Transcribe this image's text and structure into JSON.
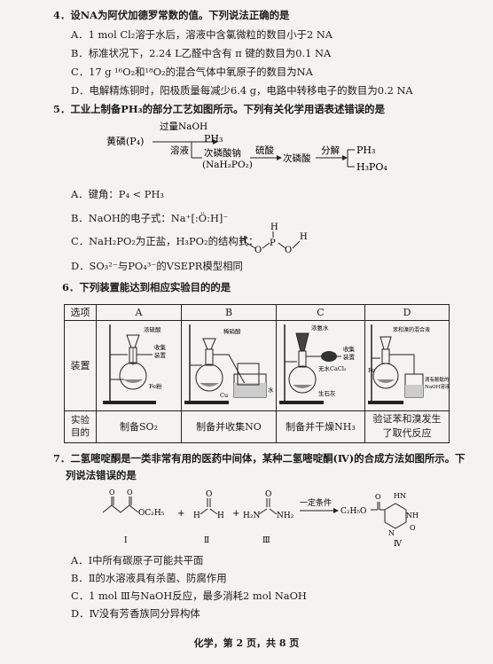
{
  "q4": {
    "stem": "4．设NA为阿伏加德罗常数的值。下列说法正确的是",
    "options": [
      "A．1 mol Cl₂溶于水后，溶液中含氯微粒的数目小于2 NA",
      "B．标准状况下，2.24 L乙醛中含有 π 键的数目为0.1 NA",
      "C．17 g ¹⁶O₂和¹⁸O₂的混合气体中氧原子的数目为NA",
      "D．电解精炼铜时，阳极质量每减少6.4 g，电路中转移电子的数目为0.2 NA"
    ]
  },
  "q5": {
    "stem": "5．工业上制备PH₃的部分工艺如图所示。下列有关化学用语表述错误的是",
    "flow": {
      "start": "黄磷(P₄)",
      "reagent_top": "过量NaOH",
      "reagent_bottom": "溶液",
      "product1": "PH₃",
      "product2": "次磷酸钠",
      "product2_formula": "(NaH₂PO₂)",
      "step2": "硫酸",
      "product3": "次磷酸",
      "step3": "分解",
      "final1": "PH₃",
      "final2": "H₃PO₄"
    },
    "options": [
      "A．键角：P₄ < PH₃",
      "B．NaOH的电子式：Na⁺[:Ö:H]⁻",
      "C．NaH₂PO₂为正盐，H₃PO₂的结构式：",
      "D．SO₃²⁻与PO₄³⁻的VSEPR模型相同"
    ],
    "struct": {
      "h": "H",
      "o": "O",
      "p": "P"
    }
  },
  "q6": {
    "stem": "6．下列装置能达到相应实验目的的是",
    "table": {
      "header": [
        "选项",
        "A",
        "B",
        "C",
        "D"
      ],
      "row_apparatus": "装置",
      "row_purpose": "实验目的",
      "purposes": [
        "制备SO₂",
        "制备并收集NO",
        "制备并干燥NH₃",
        "验证苯和溴发生了取代反应"
      ],
      "labels_a": [
        "浓硫酸",
        "收集",
        "装置",
        "Fe粉"
      ],
      "labels_b": [
        "稀硝酸",
        "Cu",
        "水"
      ],
      "labels_c": [
        "浓氨水",
        "收集",
        "装置",
        "无水CaCl₂",
        "生石灰"
      ],
      "labels_d": [
        "苯和溴的混合液",
        "Fe",
        "滴有酚酞的",
        "NaOH溶液"
      ]
    }
  },
  "q7": {
    "stem_line1": "7．二氢嘧啶酮是一类非常有用的医药中间体，某种二氢嘧啶酮(Ⅳ)的合成方法如图所示。下",
    "stem_line2": "列说法错误的是",
    "scheme": {
      "plus": "+",
      "condition": "一定条件",
      "roman": [
        "Ⅰ",
        "Ⅱ",
        "Ⅲ",
        "Ⅳ"
      ],
      "atoms": {
        "oc2h5": "OC₂H₅",
        "h": "H",
        "o": "O",
        "h2n": "H₂N",
        "nh2": "NH₂",
        "c2h5o": "C₂H₅O",
        "hn": "HN",
        "nh": "NH",
        "n": "N"
      }
    },
    "options": [
      "A．Ⅰ中所有碳原子可能共平面",
      "B．Ⅱ的水溶液具有杀菌、防腐作用",
      "C．1 mol Ⅲ与NaOH反应，最多消耗2 mol NaOH",
      "D．Ⅳ没有芳香族同分异构体"
    ]
  },
  "footer": "化学，第 2 页，共 8 页"
}
